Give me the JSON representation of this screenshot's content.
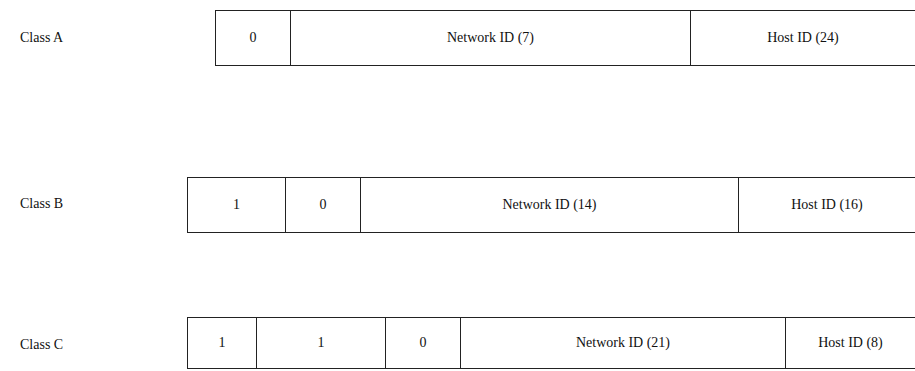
{
  "diagram": {
    "nodes": [
      {
        "text": [
          "0"
        ]
      },
      {
        "text": [
          "Network ID (7)"
        ]
      },
      {
        "text": [
          "Host ID (24)"
        ]
      },
      {
        "text": [
          "1"
        ]
      },
      {
        "text": [
          "0"
        ]
      },
      {
        "text": [
          "Network ID (14)"
        ]
      },
      {
        "text": [
          "Host ID (16)"
        ]
      },
      {
        "text": [
          "1"
        ]
      },
      {
        "text": [
          "1"
        ]
      },
      {
        "text": [
          "0"
        ]
      },
      {
        "text": [
          "Network ID (21)"
        ]
      },
      {
        "text": [
          "Host ID (8)"
        ]
      }
    ],
    "labels": [
      "Class A",
      "Class B",
      "Class C"
    ]
  }
}
